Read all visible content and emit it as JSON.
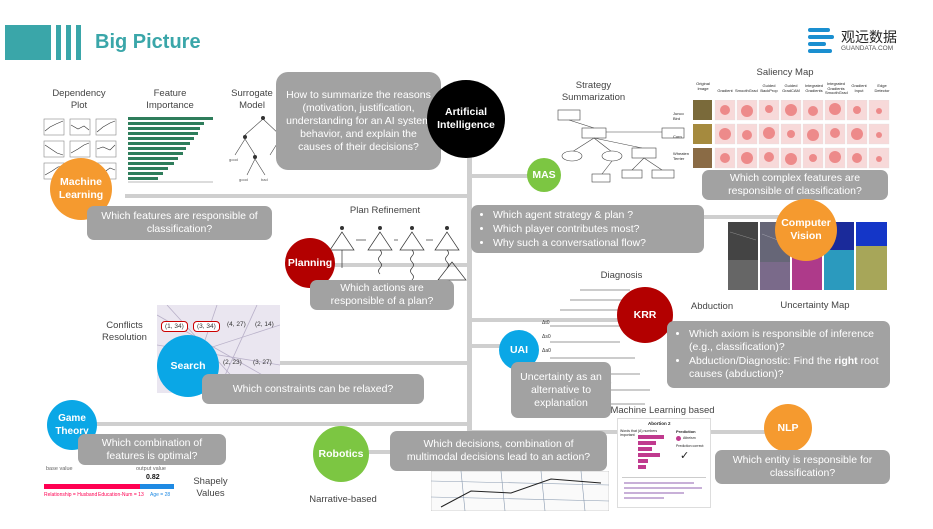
{
  "header": {
    "title": "Big Picture",
    "logo_cn": "观远数据",
    "logo_en": "GUANDATA.COM"
  },
  "center": {
    "question": "How to summarize the reasons (motivation, justification, understanding for an AI system behavior, and explain the causes of their decisions?",
    "ai_label": "Artificial Intelligence"
  },
  "ml": {
    "circle": "Machine Learning",
    "dependency_plot": "Dependency Plot",
    "feature_importance": "Feature Importance",
    "surrogate_model": "Surrogate Model",
    "question": "Which features are responsible of classification?"
  },
  "planning": {
    "circle": "Planning",
    "title": "Plan Refinement",
    "question": "Which actions are responsible of a plan?"
  },
  "search": {
    "circle": "Search",
    "title": "Conflicts Resolution",
    "question": "Which constraints can be relaxed?",
    "tags": [
      "(1, 34)",
      "(3, 34)",
      "(4, 27)",
      "(2, 14)",
      "(2, 23)",
      "(3, 27)"
    ]
  },
  "game": {
    "circle": "Game Theory",
    "question": "Which combination of features is optimal?",
    "title": "Shapely Values",
    "base": "base value",
    "output": "output value",
    "value": "0.82",
    "features": [
      "Relationship = Husband",
      "Education-Num = 13",
      "Age = 28"
    ]
  },
  "robotics": {
    "circle": "Robotics",
    "question": "Which decisions, combination of multimodal decisions  lead to an  action?",
    "title": "Narrative-based"
  },
  "mas": {
    "circle": "MAS",
    "title": "Strategy Summarization",
    "questions": [
      "Which agent strategy & plan ?",
      "Which player contributes most?",
      "Why such a conversational flow?"
    ]
  },
  "cv": {
    "circle": "Computer Vision",
    "saliency": "Saliency Map",
    "question": "Which complex features are responsible of classification?",
    "uncertainty": "Uncertainty Map",
    "methods": [
      "Original Image",
      "Gradient",
      "SmoothGrad",
      "Guided BackProp",
      "Guided GradCAM",
      "Integrated Gradients",
      "Integrated Gradients SmoothGrad",
      "Gradient Input",
      "Edge Detector"
    ],
    "rows": [
      "Junco Bird",
      "Corn",
      "Wheaten Terrier"
    ]
  },
  "krr": {
    "circle": "KRR",
    "diagnosis": "Diagnosis",
    "abduction": "Abduction",
    "points": [
      "Which axiom is responsible of inference (e.g., classification)?",
      "Abduction/Diagnostic: Find the ",
      "right",
      " root causes (abduction)?"
    ]
  },
  "uai": {
    "circle": "UAI",
    "question": "Uncertainty as an alternative to explanation"
  },
  "nlp": {
    "circle": "NLP",
    "title": "Machine Learning based",
    "question": "Which entity is responsible for classification?",
    "doc_title": "Abortion 2",
    "words_label": "Words that (A) numbers important",
    "prediction": "Prediction",
    "atheism": "Atheism",
    "pred_correct": "Prediction correct:",
    "check": "✓"
  }
}
